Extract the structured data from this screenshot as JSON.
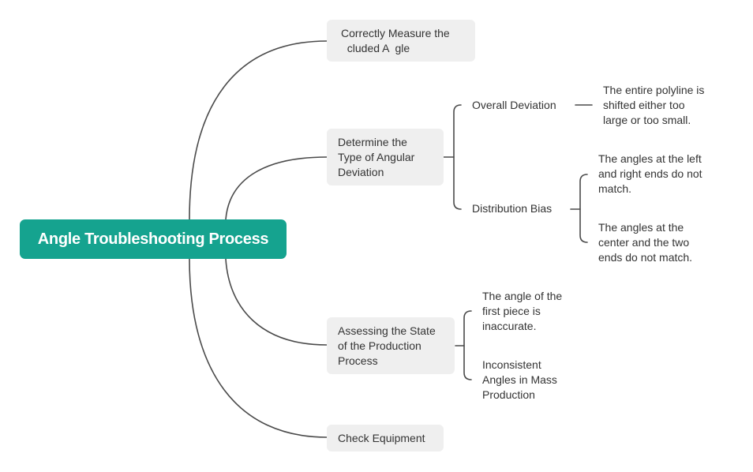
{
  "root": {
    "title": "Angle Troubleshooting Process"
  },
  "branches": [
    {
      "label": "Correctly Measure the\n  cluded A  gle"
    },
    {
      "label": "Determine the\nType of Angular\nDeviation",
      "children": [
        {
          "label": "Overall Deviation",
          "children": [
            {
              "label": "The entire polyline is\nshifted either too\nlarge or too small."
            }
          ]
        },
        {
          "label": "Distribution Bias",
          "children": [
            {
              "label": "The angles at the left\nand right ends do not\nmatch."
            },
            {
              "label": "The angles at the\ncenter and the two\nends do not match."
            }
          ]
        }
      ]
    },
    {
      "label": "Assessing the State\nof the Production\nProcess",
      "children": [
        {
          "label": "The angle of the\nfirst piece is\ninaccurate."
        },
        {
          "label": "Inconsistent\nAngles in Mass\nProduction"
        }
      ]
    },
    {
      "label": "Check Equipment"
    }
  ]
}
